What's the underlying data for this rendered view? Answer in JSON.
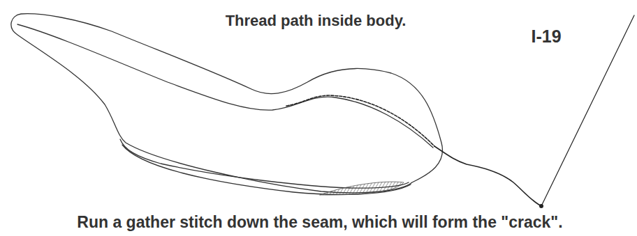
{
  "diagram": {
    "title": "Thread path inside body.",
    "caption": "Run a gather stitch down the seam, which will form the \"crack\".",
    "labels": [
      "I-19"
    ]
  }
}
